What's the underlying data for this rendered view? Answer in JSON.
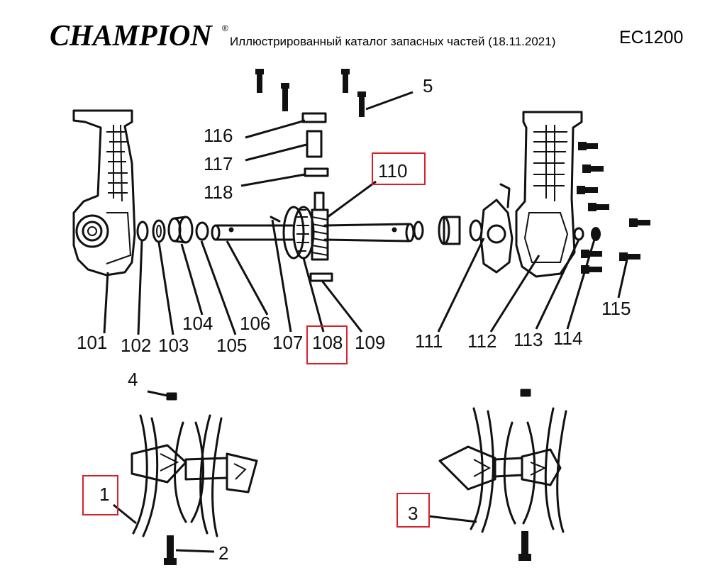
{
  "header": {
    "brand": "CHAMPION",
    "registered": "®",
    "subtitle": "Иллюстрированный каталог запасных частей (18.11.2021)",
    "model": "EC1200"
  },
  "callouts": [
    "101",
    "102",
    "103",
    "104",
    "105",
    "106",
    "107",
    "108",
    "109",
    "110",
    "111",
    "112",
    "113",
    "114",
    "115",
    "116",
    "117",
    "118",
    "1",
    "2",
    "3",
    "4",
    "5"
  ],
  "highlighted": [
    "110",
    "108",
    "1",
    "3"
  ],
  "colors": {
    "ink": "#111111",
    "highlight": "#d9202a",
    "background": "#ffffff"
  }
}
